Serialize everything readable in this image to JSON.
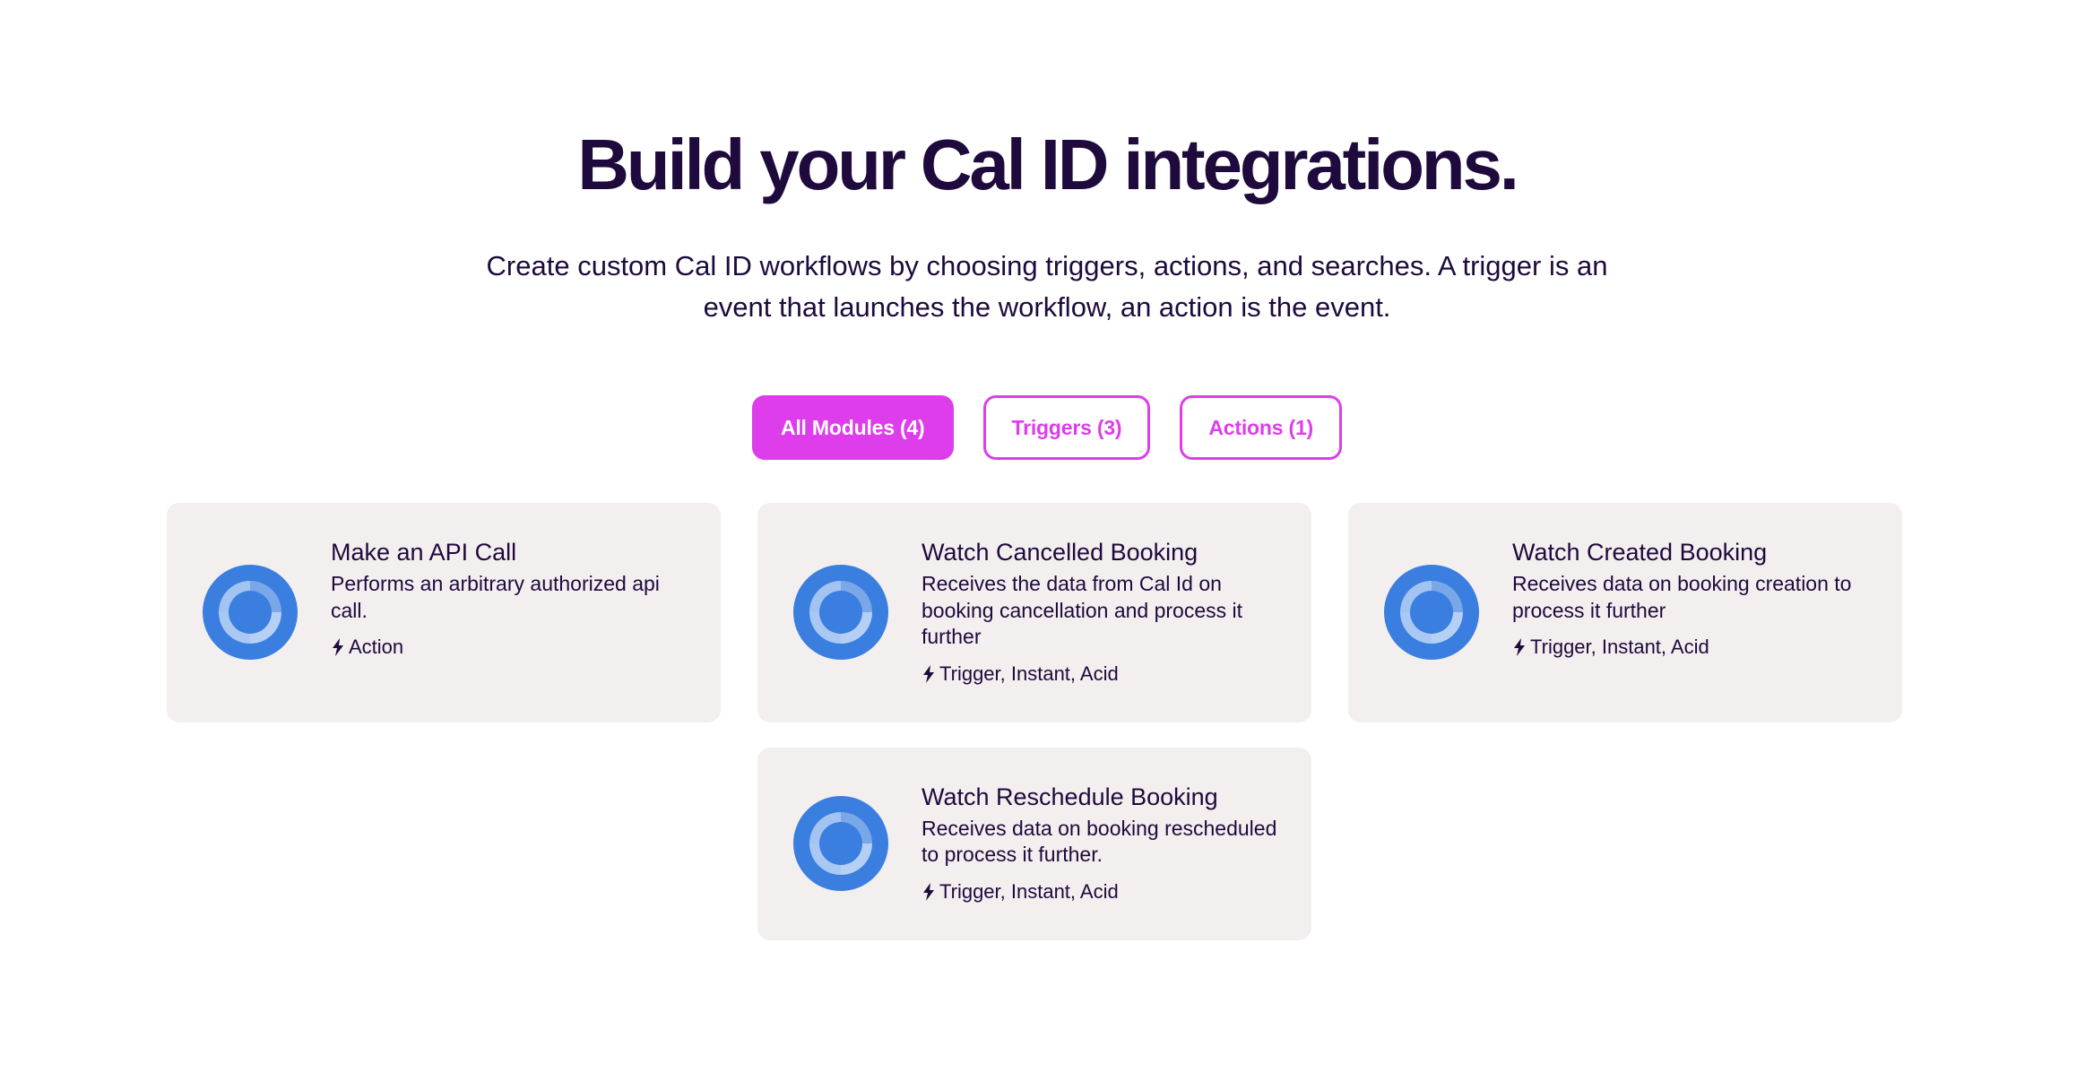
{
  "header": {
    "title": "Build your Cal ID integrations.",
    "subtitle": "Create custom Cal ID workflows by choosing triggers, actions, and searches. A trigger is an event that launches the workflow, an action is the event."
  },
  "filters": [
    {
      "label": "All Modules (4)",
      "active": true
    },
    {
      "label": "Triggers (3)",
      "active": false
    },
    {
      "label": "Actions (1)",
      "active": false
    }
  ],
  "colors": {
    "accent": "#de3deb",
    "text": "#1e0a3c",
    "card_bg": "#f3efef",
    "icon_blue": "#3a7fe0"
  },
  "modules": [
    {
      "icon": "cal-id-ring-icon",
      "title": "Make an API Call",
      "description": "Performs an arbitrary authorized api call.",
      "tag_icon": "lightning-bolt-icon",
      "tags": "Action"
    },
    {
      "icon": "cal-id-ring-icon",
      "title": "Watch Cancelled Booking",
      "description": "Receives the data from Cal Id on booking cancellation and process it further",
      "tag_icon": "lightning-bolt-icon",
      "tags": "Trigger, Instant, Acid"
    },
    {
      "icon": "cal-id-ring-icon",
      "title": "Watch Created Booking",
      "description": "Receives data on booking creation to process it further",
      "tag_icon": "lightning-bolt-icon",
      "tags": "Trigger, Instant, Acid"
    },
    {
      "icon": "cal-id-ring-icon",
      "title": "Watch Reschedule Booking",
      "description": "Receives data on booking rescheduled to process it further.",
      "tag_icon": "lightning-bolt-icon",
      "tags": "Trigger, Instant, Acid"
    }
  ]
}
